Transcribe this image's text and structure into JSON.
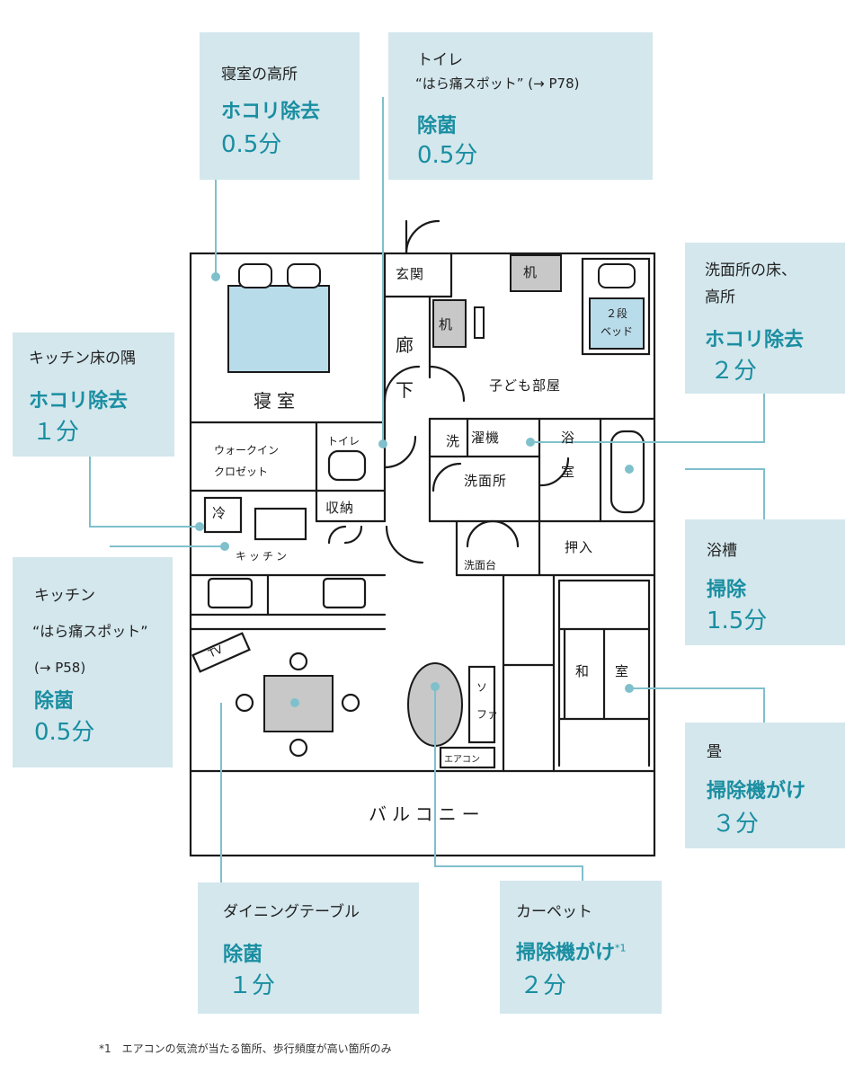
{
  "cards": {
    "bedroom_high": {
      "location": "寝室の高所",
      "task": "ホコリ除去",
      "time": "0.5分"
    },
    "toilet": {
      "location": "トイレ",
      "location2": "“はら痛スポット” (→ P78)",
      "task": "除菌",
      "time": "0.5分"
    },
    "washroom": {
      "location": "洗面所の床、",
      "location2": "高所",
      "task": "ホコリ除去",
      "time": "２分"
    },
    "kitchen_floor": {
      "location": "キッチン床の隅",
      "task": "ホコリ除去",
      "time": "１分"
    },
    "kitchen": {
      "location": "キッチン",
      "location2": "“はら痛スポット”",
      "location3": "(→ P58)",
      "task": "除菌",
      "time": "0.5分"
    },
    "bathtub": {
      "location": "浴槽",
      "task": "掃除",
      "time": "1.5分"
    },
    "tatami": {
      "location": "畳",
      "task": "掃除機がけ",
      "time": "３分"
    },
    "dining": {
      "location": "ダイニングテーブル",
      "task": "除菌",
      "time": "１分"
    },
    "carpet": {
      "location": "カーペット",
      "task": "掃除機がけ",
      "note_mark": "*1",
      "time": "２分"
    }
  },
  "rooms": {
    "bedroom": "寝室",
    "entrance": "玄関",
    "desk1": "机",
    "desk2": "机",
    "bunk_bed_line1": "２段",
    "bunk_bed_line2": "ベッド",
    "hallway_1": "廊",
    "hallway_2": "下",
    "kids_room": "子ども部屋",
    "walkin_1": "ウォークイン",
    "walkin_2": "クロゼット",
    "toilet": "トイレ",
    "wash_machine_1": "洗",
    "wash_machine_2": "濯機",
    "bath_1": "浴",
    "bath_2": "室",
    "washroom": "洗面所",
    "fridge": "冷",
    "storage": "収納",
    "kitchen": "キッチン",
    "sink": "洗面台",
    "closet": "押入",
    "tv": "TV",
    "washitsu_1": "和",
    "washitsu_2": "室",
    "sofa_1": "ソ",
    "sofa_2": "ファ",
    "aircon": "エアコン",
    "balcony": "バルコニー"
  },
  "footnote": "*1　エアコンの気流が当たる箇所、歩行頻度が高い箇所のみ",
  "colors": {
    "card_bg": "#d3e7ed",
    "accent": "#1a8ea1",
    "leader": "#7fc0cc",
    "furniture": "#c8c8c8",
    "bed": "#b9dcea"
  }
}
